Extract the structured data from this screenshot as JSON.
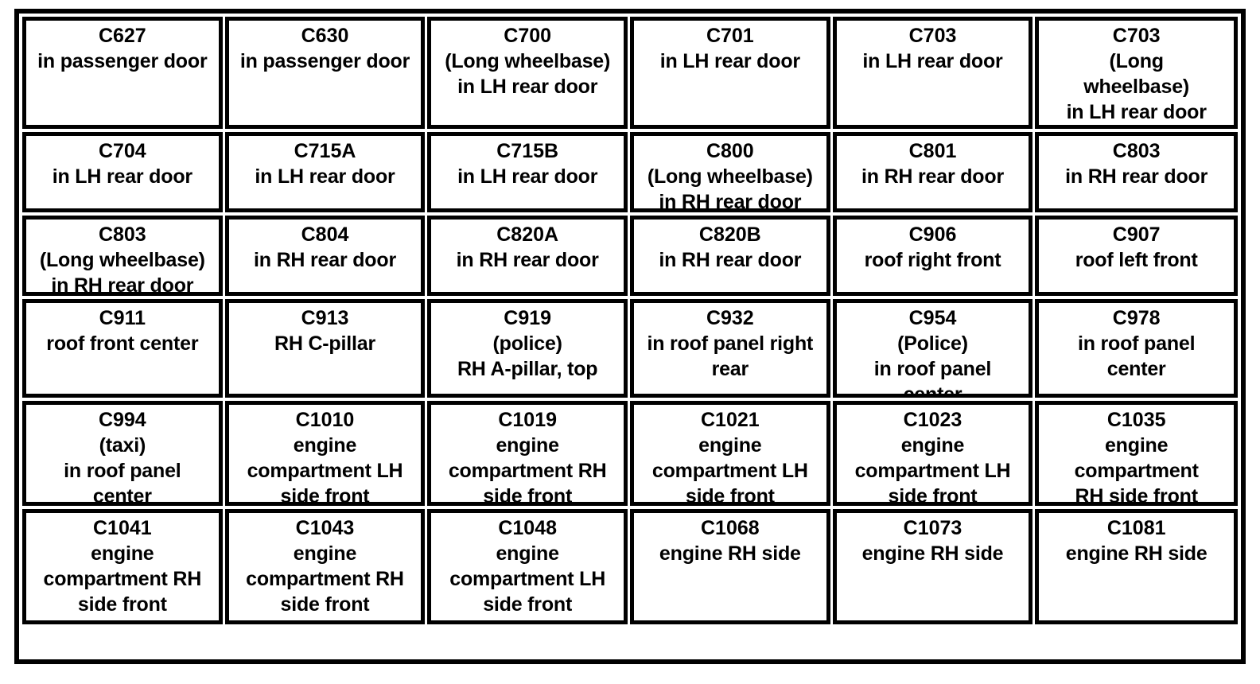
{
  "diagram": {
    "type": "connector-location-table",
    "columns": 6,
    "rows": 6,
    "border_color": "#000000",
    "background_color": "#ffffff",
    "text_color": "#000000"
  },
  "cells": [
    {
      "code": "C627",
      "desc": "in passenger door"
    },
    {
      "code": "C630",
      "desc": "in passenger door"
    },
    {
      "code": "C700",
      "desc": "(Long wheelbase)\nin LH rear door"
    },
    {
      "code": "C701",
      "desc": "in LH rear door"
    },
    {
      "code": "C703",
      "desc": "in LH rear door"
    },
    {
      "code": "C703",
      "desc": "(Long\nwheelbase)\nin LH rear door"
    },
    {
      "code": "C704",
      "desc": "in LH rear door"
    },
    {
      "code": "C715A",
      "desc": "in LH rear door"
    },
    {
      "code": "C715B",
      "desc": "in LH rear door"
    },
    {
      "code": "C800",
      "desc": "(Long wheelbase)\nin RH rear door"
    },
    {
      "code": "C801",
      "desc": "in RH rear door"
    },
    {
      "code": "C803",
      "desc": "in RH rear door"
    },
    {
      "code": "C803",
      "desc": "(Long wheelbase)\nin RH rear door"
    },
    {
      "code": "C804",
      "desc": "in RH rear door"
    },
    {
      "code": "C820A",
      "desc": "in RH rear door"
    },
    {
      "code": "C820B",
      "desc": "in RH rear door"
    },
    {
      "code": "C906",
      "desc": "roof right front"
    },
    {
      "code": "C907",
      "desc": "roof left front"
    },
    {
      "code": "C911",
      "desc": "roof front center"
    },
    {
      "code": "C913",
      "desc": "RH C-pillar"
    },
    {
      "code": "C919",
      "desc": "(police)\nRH A-pillar, top"
    },
    {
      "code": "C932",
      "desc": "in roof panel right\nrear"
    },
    {
      "code": "C954",
      "desc": "(Police)\nin roof panel\ncenter"
    },
    {
      "code": "C978",
      "desc": "in roof panel\ncenter"
    },
    {
      "code": "C994",
      "desc": "(taxi)\nin roof panel\ncenter"
    },
    {
      "code": "C1010",
      "desc": "engine\ncompartment LH\nside front"
    },
    {
      "code": "C1019",
      "desc": "engine\ncompartment RH\nside front"
    },
    {
      "code": "C1021",
      "desc": "engine\ncompartment LH\nside front"
    },
    {
      "code": "C1023",
      "desc": "engine\ncompartment LH\nside front"
    },
    {
      "code": "C1035",
      "desc": "engine\ncompartment\nRH side front"
    },
    {
      "code": "C1041",
      "desc": "engine\ncompartment RH\nside front"
    },
    {
      "code": "C1043",
      "desc": "engine\ncompartment RH\nside front"
    },
    {
      "code": "C1048",
      "desc": "engine\ncompartment LH\nside front"
    },
    {
      "code": "C1068",
      "desc": "engine RH side"
    },
    {
      "code": "C1073",
      "desc": "engine RH side"
    },
    {
      "code": "C1081",
      "desc": "engine RH side"
    }
  ]
}
